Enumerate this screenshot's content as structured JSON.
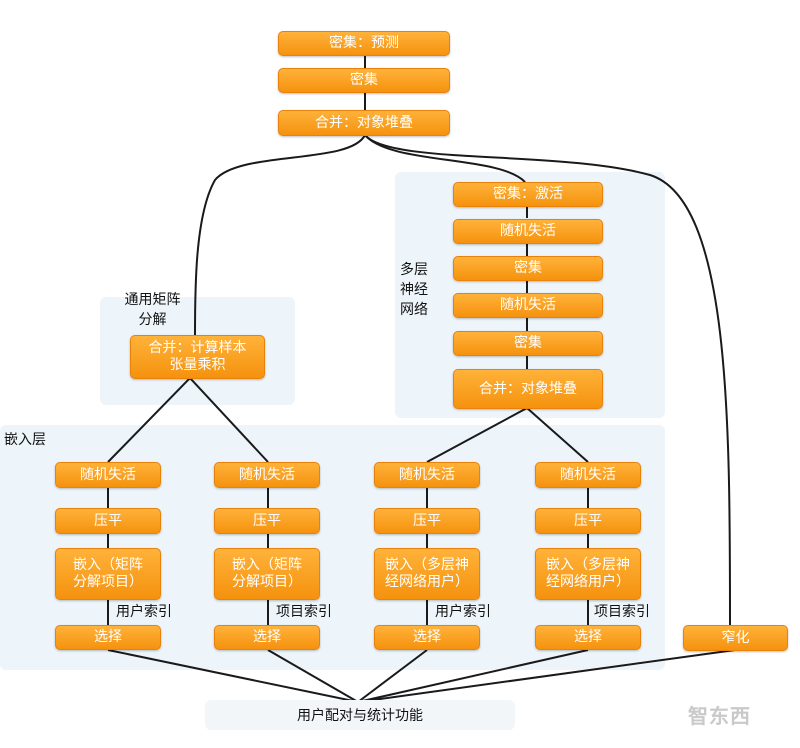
{
  "top": {
    "dense_predict": "密集：预测",
    "dense": "密集",
    "concat": "合并：对象堆叠"
  },
  "mf": {
    "title": "通用矩阵\n分解",
    "box": "合并：计算样本\n张量乘积"
  },
  "mlp": {
    "title": "多层\n神经\n网络",
    "boxes": [
      "密集：激活",
      "随机失活",
      "密集",
      "随机失活",
      "密集",
      "合并：对象堆叠"
    ]
  },
  "embed": {
    "title": "嵌入层",
    "cols": [
      {
        "dropout": "随机失活",
        "flatten": "压平",
        "embed": "嵌入（矩阵\n分解项目）",
        "index": "用户索引",
        "select": "选择"
      },
      {
        "dropout": "随机失活",
        "flatten": "压平",
        "embed": "嵌入（矩阵\n分解项目）",
        "index": "项目索引",
        "select": "选择"
      },
      {
        "dropout": "随机失活",
        "flatten": "压平",
        "embed": "嵌入（多层神\n经网络用户）",
        "index": "用户索引",
        "select": "选择"
      },
      {
        "dropout": "随机失活",
        "flatten": "压平",
        "embed": "嵌入（多层神\n经网络用户）",
        "index": "项目索引",
        "select": "选择"
      }
    ]
  },
  "narrow": "窄化",
  "bottom": "用户配对与统计功能",
  "colors": {
    "box": "#f5920e",
    "panel": "#eef5fa",
    "line": "#1a1a1a"
  }
}
